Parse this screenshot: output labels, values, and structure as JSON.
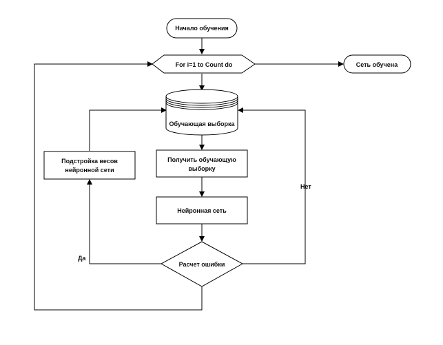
{
  "diagram": {
    "start": "Начало обучения",
    "loop": "For i=1 to Count do",
    "end": "Сеть обучена",
    "dataset": "Обучающая выборка",
    "get_sample_line1": "Получить обучающую",
    "get_sample_line2": "выборку",
    "neural_net": "Нейронная сеть",
    "adjust_line1": "Подстройка весов",
    "adjust_line2": "нейронной сети",
    "error_calc": "Расчет ошибки",
    "yes": "Да",
    "no": "Нет"
  }
}
